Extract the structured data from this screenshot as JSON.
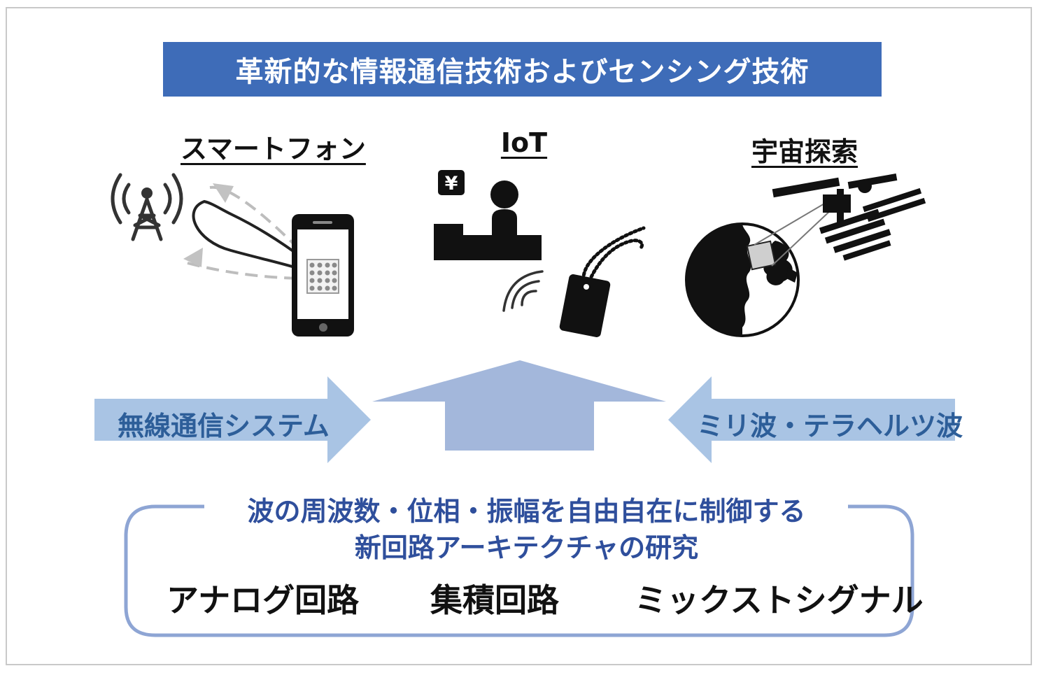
{
  "title": "革新的な情報通信技術およびセンシング技術",
  "categories": {
    "smartphone": "スマートフォン",
    "iot": "IoT",
    "space": "宇宙探索"
  },
  "icons": {
    "yen": "¥"
  },
  "arrows": {
    "left_label": "無線通信システム",
    "right_label": "ミリ波・テラヘルツ波"
  },
  "research": {
    "line1": "波の周波数・位相・振幅を自由自在に制御する",
    "line2": "新回路アーキテクチャの研究"
  },
  "circuits": [
    "アナログ回路",
    "集積回路",
    "ミックストシグナル"
  ],
  "colors": {
    "title_bg": "#3e6cb8",
    "arrow_fill": "#a9c4e4",
    "up_arrow_fill": "#a3b7db",
    "box_border": "#8ea5d4",
    "label_text": "#2d5e99"
  }
}
